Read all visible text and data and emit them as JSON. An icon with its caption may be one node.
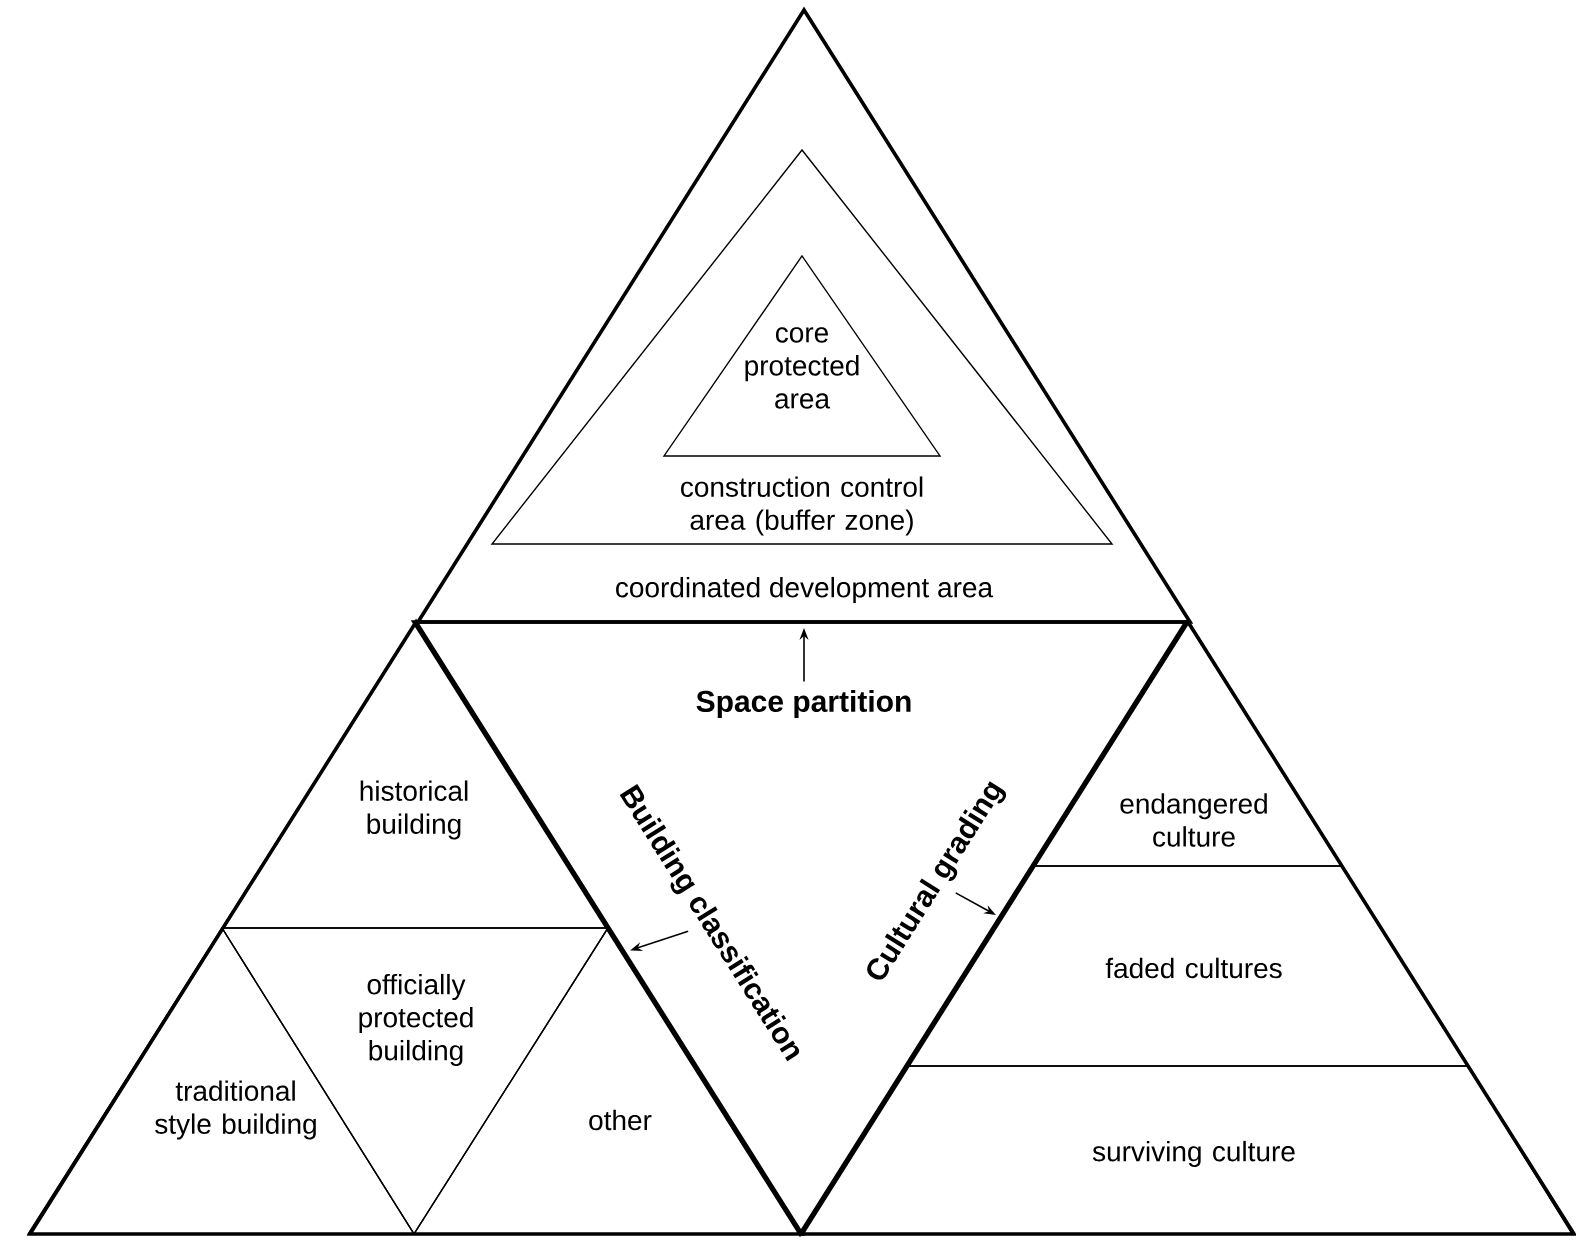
{
  "diagram": {
    "nodes": [
      {
        "text": [
          "coordinated development area"
        ]
      },
      {
        "text": [
          "construction control area (buffer zone)"
        ],
        "in": 0
      },
      {
        "text": [
          "core protected area"
        ],
        "in": 1
      },
      {
        "text": [],
        "shape": "triangle"
      },
      {
        "text": [
          "Space partition"
        ],
        "in": 3
      },
      {
        "text": [
          "Building classification"
        ],
        "in": 3
      },
      {
        "text": [
          "Cultural grading"
        ],
        "in": 3
      },
      {
        "text": [],
        "shape": "triangle"
      },
      {
        "text": [
          "historical building"
        ],
        "in": 7
      },
      {
        "text": [
          "officially protected building"
        ],
        "in": 7
      },
      {
        "text": [
          "traditional style building"
        ],
        "in": 7
      },
      {
        "text": [
          "other"
        ],
        "in": 7
      },
      {
        "text": [],
        "shape": "triangle"
      },
      {
        "text": [
          "endangered culture"
        ],
        "in": 12
      },
      {
        "text": [
          "faded cultures"
        ],
        "in": 12
      },
      {
        "text": [
          "surviving culture"
        ],
        "in": 12
      }
    ],
    "edges": [
      {
        "from": 4,
        "to": 0,
        "arrow": "to"
      },
      {
        "from": 5,
        "to": 7,
        "arrow": "to"
      },
      {
        "from": 6,
        "to": 12,
        "arrow": "to"
      }
    ]
  }
}
